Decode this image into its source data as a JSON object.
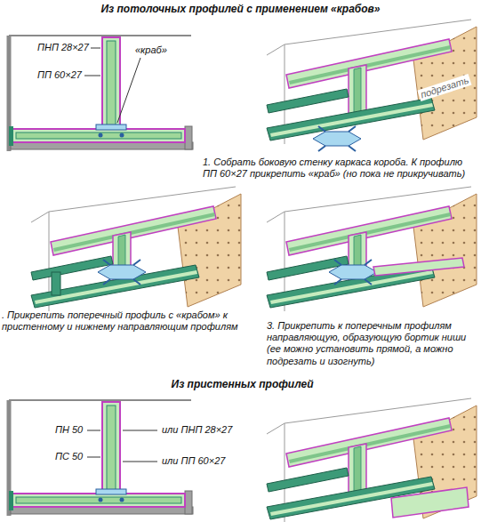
{
  "diagram": {
    "title": "Из потолочных профилей с применением «крабов»",
    "labels": [
      "ПНП 28×27",
      "ПП 60×27",
      "«краб»",
      "подрезать",
      "1. Собрать боковую стенку каркаса короба. К профилю ПП 60×27 прикрепить «краб» (но пока не прикручивать)",
      ". Прикрепить поперечный профиль с «крабом» к пристенному и нижнему направляющим профилям",
      "3. Прикрепить к поперечным профилям направляющую, образующую бортик ниши (ее можно установить прямой, а можно подрезать и изогнуть)",
      "Из пристенных профилей",
      "ПН 50",
      "ПС 50",
      "или ПНП 28×27",
      "или ПП 60×27"
    ]
  }
}
